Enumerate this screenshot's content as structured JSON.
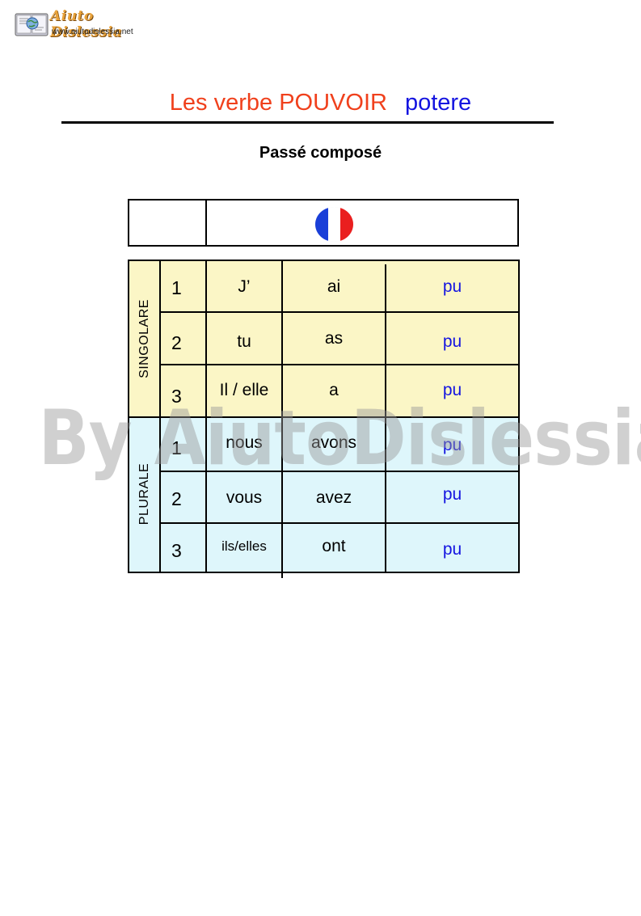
{
  "logo": {
    "name": "Aiuto Dislessia",
    "url": "www.aiutodislessia.net"
  },
  "title": {
    "french": "Les verbe POUVOIR",
    "italian": "potere",
    "french_color": "#f0401c",
    "italian_color": "#1414e0"
  },
  "subtitle": "Passé composé",
  "header": {
    "flag_icon": "french-flag-icon",
    "flag_colors": [
      "#1a3fd8",
      "#ffffff",
      "#ea1f1f"
    ]
  },
  "watermark": "By AiutoDislessia.net",
  "table": {
    "singular_label": "SINGOLARE",
    "plural_label": "PLURALE",
    "singular_bg": "#fbf6c6",
    "plural_bg": "#def6fb",
    "rows": [
      {
        "num": "1",
        "pronoun": "J’",
        "auxiliary": "ai",
        "participle": "pu"
      },
      {
        "num": "2",
        "pronoun": "tu",
        "auxiliary": "as",
        "participle": "pu"
      },
      {
        "num": "3",
        "pronoun": "Il / elle",
        "auxiliary": "a",
        "participle": "pu"
      },
      {
        "num": "1",
        "pronoun": "nous",
        "auxiliary": "avons",
        "participle": "pu"
      },
      {
        "num": "2",
        "pronoun": "vous",
        "auxiliary": "avez",
        "participle": "pu"
      },
      {
        "num": "3",
        "pronoun": "ils/elles",
        "auxiliary": "ont",
        "participle": "pu"
      }
    ]
  }
}
